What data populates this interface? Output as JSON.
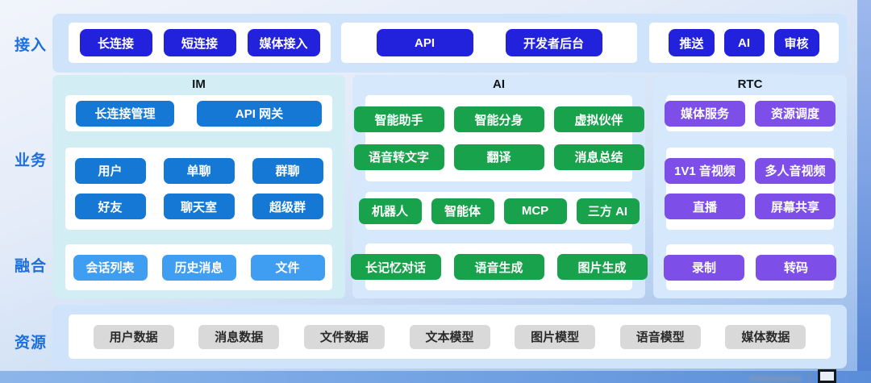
{
  "row_labels": {
    "access": "接入",
    "business": "业务",
    "fusion": "融合",
    "resource": "资源"
  },
  "access_layer": {
    "groups": [
      {
        "name": "connection",
        "items": [
          "长连接",
          "短连接",
          "媒体接入"
        ]
      },
      {
        "name": "developer",
        "items": [
          "API",
          "开发者后台"
        ]
      },
      {
        "name": "extension",
        "items": [
          "推送",
          "AI",
          "审核"
        ]
      }
    ]
  },
  "columns": [
    {
      "title": "IM",
      "business_rows": [
        [
          "长连接管理",
          "API 网关"
        ],
        [
          "用户",
          "单聊",
          "群聊"
        ],
        [
          "好友",
          "聊天室",
          "超级群"
        ]
      ],
      "fusion_row": [
        "会话列表",
        "历史消息",
        "文件"
      ]
    },
    {
      "title": "AI",
      "business_rows": [
        [
          "智能助手",
          "智能分身",
          "虚拟伙伴"
        ],
        [
          "语音转文字",
          "翻译",
          "消息总结"
        ],
        [
          "机器人",
          "智能体",
          "MCP",
          "三方 AI"
        ]
      ],
      "fusion_row": [
        "长记忆对话",
        "语音生成",
        "图片生成"
      ]
    },
    {
      "title": "RTC",
      "business_rows": [
        [
          "媒体服务",
          "资源调度"
        ],
        [
          "1V1 音视频",
          "多人音视频"
        ],
        [
          "直播",
          "屏幕共享"
        ]
      ],
      "fusion_row": [
        "录制",
        "转码"
      ]
    }
  ],
  "resource_layer": {
    "items": [
      "用户数据",
      "消息数据",
      "文件数据",
      "文本模型",
      "图片模型",
      "语音模型",
      "媒体数据"
    ]
  },
  "colors": {
    "access_node": "#2222dd",
    "im_node": "#1478d4",
    "im_fusion_node": "#3f9df2",
    "ai_node": "#18a24b",
    "rtc_node": "#7d4fe8",
    "resource_node": "#d9d9d9",
    "row_label_text": "#1f6fdb",
    "band_background": "#cfe4fb",
    "im_column_background": "#d2edf3",
    "ai_column_background": "#d6e9fc"
  }
}
